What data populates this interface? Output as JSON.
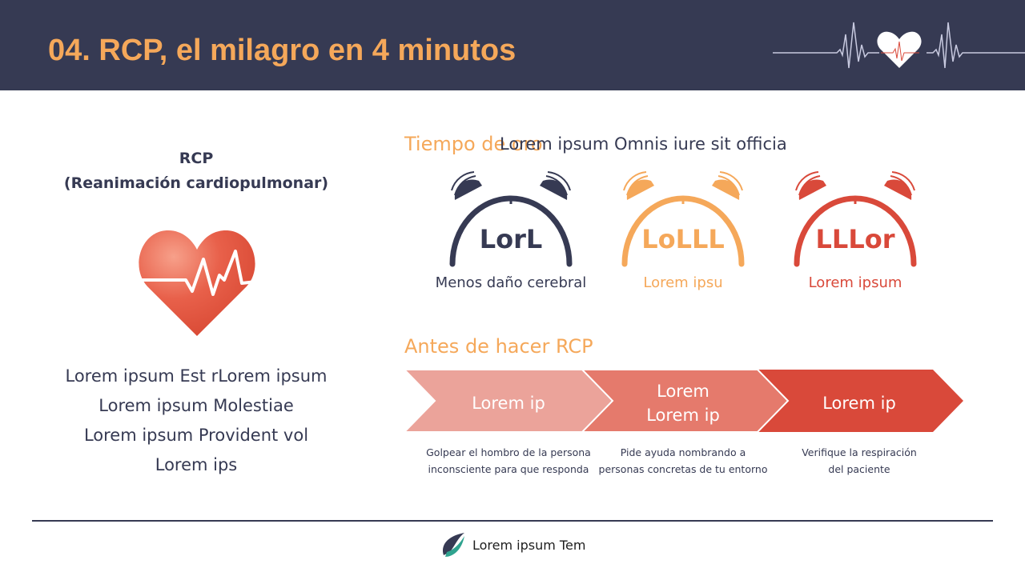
{
  "header": {
    "title": "04. RCP, el milagro en 4 minutos",
    "icon": "heartbeat-icon"
  },
  "left": {
    "title_line1": "RCP",
    "title_line2": "(Reanimación cardiopulmonar)",
    "icon": "heart-ecg-icon",
    "lines": [
      "Lorem ipsum Est rLorem ipsum",
      "Lorem ipsum Molestiae",
      "Lorem ipsum Provident vol",
      "Lorem ips"
    ]
  },
  "tiempo": {
    "heading": "Tiempo de oro",
    "overlay": "Lorem ipsum Omnis iure sit officia",
    "clocks": [
      {
        "value": "LorL",
        "caption": "Menos daño cerebral",
        "color": "#363a53"
      },
      {
        "value": "LoLLL",
        "caption": "Lorem ipsu",
        "color": "#f5a85a"
      },
      {
        "value": "LLLor",
        "caption": "Lorem ipsum",
        "color": "#d9493a"
      }
    ]
  },
  "antes": {
    "heading": "Antes de hacer RCP",
    "steps": [
      {
        "label": "Lorem ip",
        "desc1": "Golpear el hombro de la persona",
        "desc2": "inconsciente para que responda",
        "color": "#eba39a"
      },
      {
        "label": "Lorem\nLorem ip",
        "label1": "Lorem",
        "label2": "Lorem ip",
        "desc1": "Pide ayuda nombrando a",
        "desc2": "personas concretas de tu entorno",
        "color": "#e57a6c"
      },
      {
        "label": "Lorem ip",
        "desc1": "Verifique la respiración",
        "desc2": "del paciente",
        "color": "#d9493a"
      }
    ]
  },
  "footer": {
    "text": "Lorem ipsum Tem",
    "icon": "leaf-logo-icon"
  }
}
